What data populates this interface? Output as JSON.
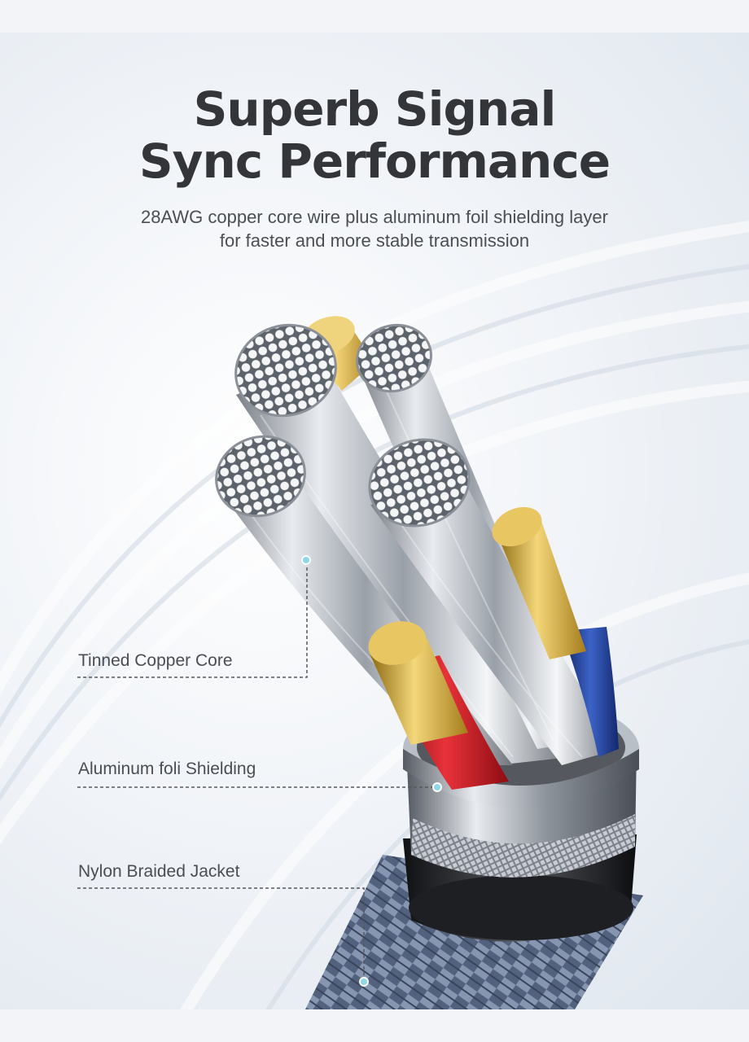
{
  "headline": {
    "line1": "Superb Signal",
    "line2": "Sync Performance"
  },
  "subheadline": {
    "line1": "28AWG copper core wire plus aluminum foil shielding layer",
    "line2": "for faster and more stable transmission"
  },
  "callouts": [
    {
      "label": "Tinned Copper Core"
    },
    {
      "label": "Aluminum foli Shielding"
    },
    {
      "label": "Nylon Braided Jacket"
    }
  ],
  "colors": {
    "headline": "#333538",
    "body_text": "#4b4e52",
    "accent_dot": "#8fd8ea",
    "gold": "#d9a92f",
    "red_insulation": "#c8141c",
    "blue_insulation": "#1f3f9a",
    "braid": "#6f7f9c"
  }
}
